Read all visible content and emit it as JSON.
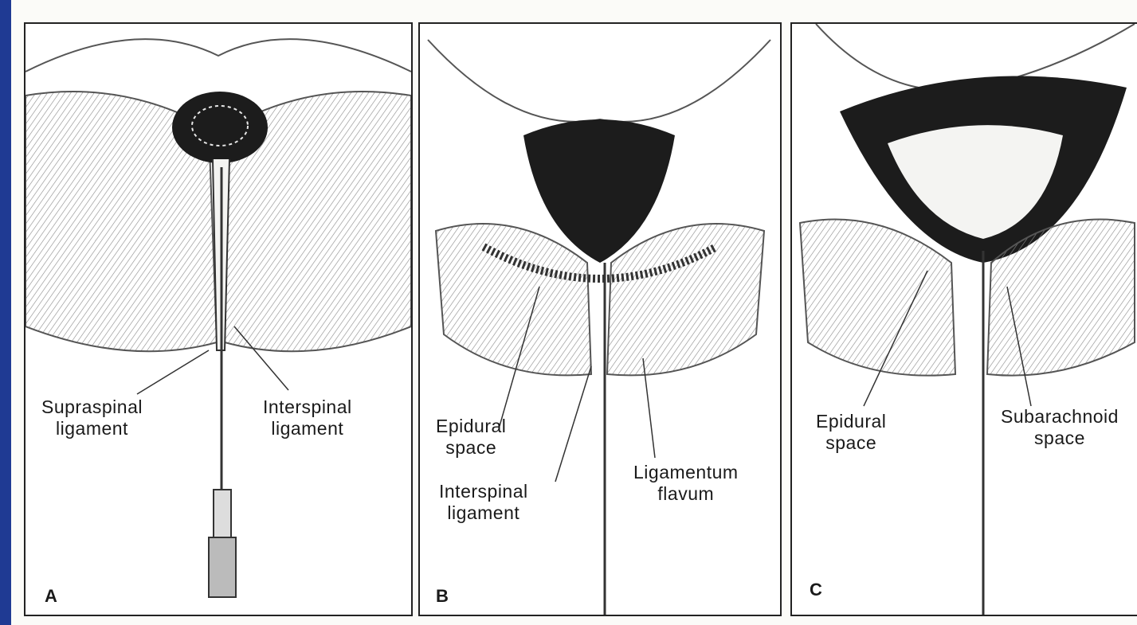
{
  "colors": {
    "frame": "#1f3a93",
    "ink": "#1a1a1a",
    "tissue": "#d9d9d6",
    "cord_dark": "#1c1c1c"
  },
  "panels": [
    {
      "letter": "A",
      "labels": [
        {
          "lines": [
            "Supraspinal",
            "ligament"
          ]
        },
        {
          "lines": [
            "Interspinal",
            "ligament"
          ]
        }
      ]
    },
    {
      "letter": "B",
      "labels": [
        {
          "lines": [
            "Epidural",
            "space"
          ]
        },
        {
          "lines": [
            "Interspinal",
            "ligament"
          ]
        },
        {
          "lines": [
            "Ligamentum",
            "flavum"
          ]
        }
      ]
    },
    {
      "letter": "C",
      "labels": [
        {
          "lines": [
            "Epidural",
            "space"
          ]
        },
        {
          "lines": [
            "Subarachnoid",
            "space"
          ]
        }
      ]
    }
  ]
}
